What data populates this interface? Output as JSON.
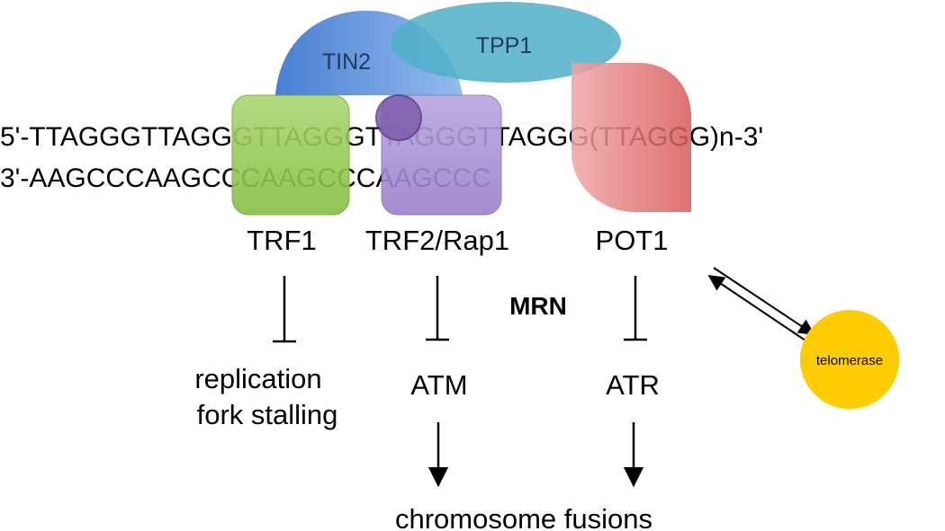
{
  "colors": {
    "tin2": "#4f86d6",
    "tpp1": "#5bb4c9",
    "trf1": "#9ccd5c",
    "trf2": "#a88fd6",
    "rap1": "#7d5cab",
    "pot1": "#e67f7f",
    "telomerase": "#ffcc00",
    "text": "#000000"
  },
  "dna": {
    "top_strand": "5'-TTAGGGTTAGGGTTAGGGTTAGGGTTAGGG(TTAGGG)n-3'",
    "bottom_strand": "3'-AAGCCCAAGCCCAAGCCCAAGCCC"
  },
  "proteins": {
    "tin2": "TIN2",
    "tpp1": "TPP1",
    "trf1": "TRF1",
    "trf2_rap1": "TRF2/Rap1",
    "pot1": "POT1",
    "telomerase": "telomerase"
  },
  "pathway": {
    "mrn": "MRN",
    "trf1_target_line1": "replication",
    "trf1_target_line2": "fork stalling",
    "atm": "ATM",
    "atr": "ATR",
    "outcome": "chromosome fusions"
  }
}
